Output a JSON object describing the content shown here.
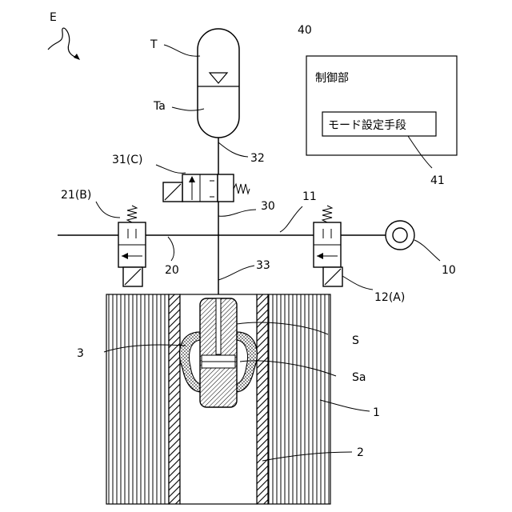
{
  "labels": {
    "E": "E",
    "T": "T",
    "Ta": "Ta",
    "n32": "32",
    "n31": "31(C)",
    "n21": "21(B)",
    "n30": "30",
    "n11": "11",
    "n20": "20",
    "n33": "33",
    "n10": "10",
    "n12": "12(A)",
    "n3": "3",
    "S": "S",
    "Sa": "Sa",
    "n1": "1",
    "n2": "2",
    "n40": "40",
    "n41": "41"
  },
  "controller": {
    "title": "制御部",
    "mode_setting": "モード設定手段"
  }
}
